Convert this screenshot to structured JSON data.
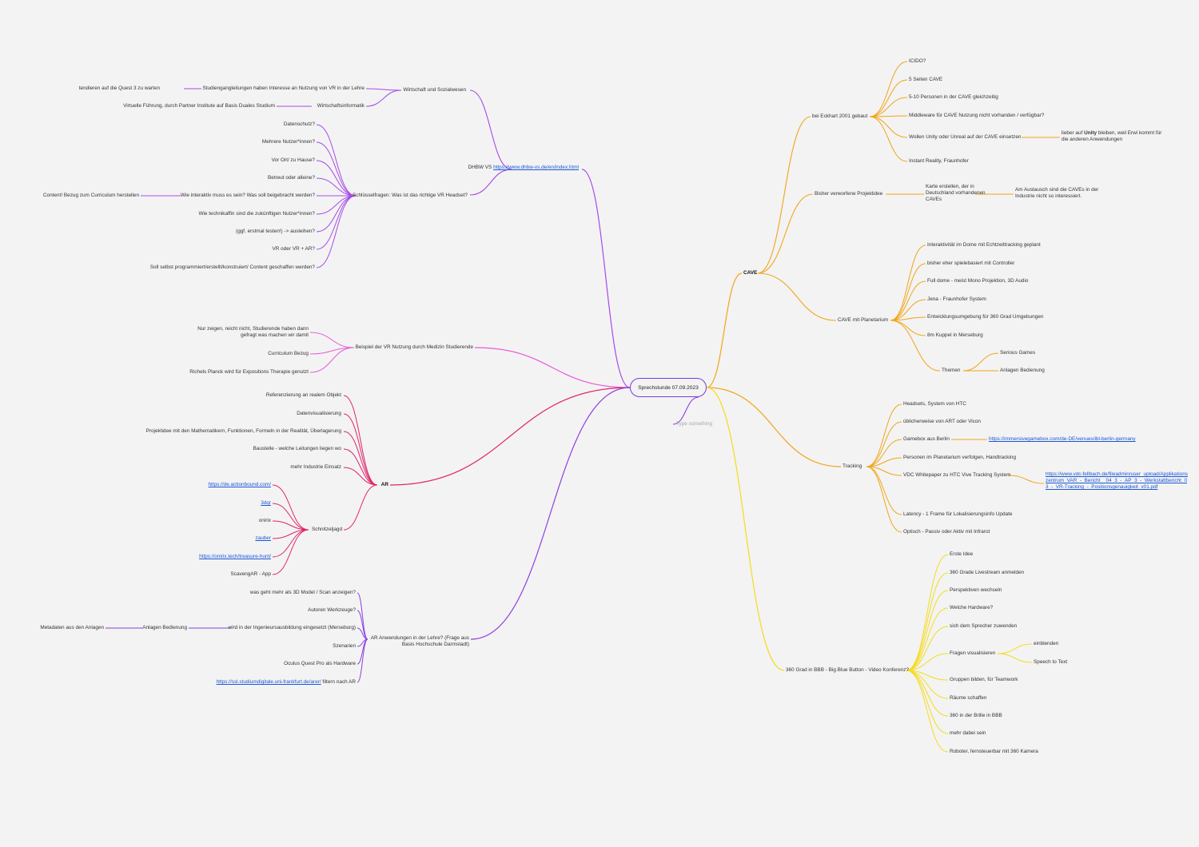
{
  "center": {
    "label": "Sprechstunde 07.09.2023",
    "hint": "Type something"
  },
  "left": {
    "dhbw": {
      "label": "DHBW VS",
      "link": "https://www.dhbw-vs.de/en/index.html",
      "wirtschaft": {
        "label": "Wirtschaft und Sozialwesen",
        "items": [
          {
            "text": "Studiengangleitungen haben Interesse an Nutzung von VR in der Lehre",
            "child": "tendieren auf die Quest 3 zu warten"
          },
          {
            "text": "Wirtschaftsinformatik",
            "child": "Virtuelle Führung, durch Partner Institute auf Basis Duales Studium"
          }
        ]
      },
      "schluessel": {
        "label": "Schlüsselfragen: Was ist das richtige VR Headset?",
        "items": [
          "Datenschutz?",
          "Mehrere Nutzer*innen?",
          "Vor Ort/ zu Hause?",
          "Betreut oder alleine?",
          "Wie  interaktiv muss es sein? Was soll beigebracht werden?",
          "Wie technikaffin sind die zukünftigen Nutzer*innen?",
          "(ggf. erstmal testen!) -> ausleihen?",
          "VR oder VR + AR?",
          "Soll selbst programmiert/erstellt/konstruiert/ Content geschaffen werden?"
        ],
        "interaktiv_child": "Content! Bezug zum Curriculum herstellen"
      }
    },
    "medizin": {
      "label": "Beispiel der VR Nutzung durch Medizin Studierende",
      "items": [
        "Nur zeigen, reicht nicht, Studierende haben dann gefragt was machen wir damit",
        "Curriculum Bezug",
        "Richels Planck wird für Expositions Therapie genutzt"
      ]
    },
    "ar": {
      "label": "AR",
      "items": [
        "Referenzierung an realem Objekt",
        "Datenvisualisierung",
        "Projektidee mit den Mathematikern, Funktionen, Formeln in der Realität, Überlagerung",
        "Baustelle - welche Leitungen liegen wo",
        "mehr Industrie Einsatz"
      ],
      "schnitzel": {
        "label": "Schnitzeljagd",
        "items": [
          {
            "text": "https://de.actionbound.com/",
            "link": true
          },
          {
            "text": "3dqr",
            "link": true
          },
          {
            "text": "onirix",
            "link": false
          },
          {
            "text": "zauber",
            "link": true
          },
          {
            "text": "https://onirix.tech/treasure-hunt/",
            "link": true
          },
          {
            "text": "ScavengAR - App",
            "link": false
          }
        ]
      }
    },
    "anwendungen": {
      "label": "AR Anwendungen in der Lehre? (Frage aus Basis Hochschule Darmstadt)",
      "items": [
        "was geht mehr als 3D Model / Scan anzeigen?",
        "Autoren Werkzeuge?",
        "wird in der Ingenieursausbildung eingesetzt (Merseburg)",
        "Szenarien",
        "Oculus Quest Pro als Hardware"
      ],
      "ingenieur_child": "Anlagen Bedienung",
      "ingenieur_grandchild": "Metadaten aus den Anlagen",
      "filter_link": "https://ssl.studiumdigitale.uni-frankfurt.de/arer/",
      "filter_text": " filtern nach AR"
    }
  },
  "right": {
    "cave": {
      "label": "CAVE",
      "eckhart": {
        "label": "bei Eckhart 2001 gebaut",
        "items": [
          "ICIDO?",
          "5 Seiten CAVE",
          "5-10 Personen in der CAVE gleichzeitig",
          "Middleware für CAVE Nutzung nicht vorhanden / verfügbar?",
          "Wollen Unity oder Unreal auf der CAVE einsetzen",
          "Instant Reality, Fraunhofer"
        ],
        "unity_child_pre": "lieber auf ",
        "unity_child_strong": "Unity",
        "unity_child_post": " bleiben, weil Erwi kommt für die anderen Anwendungen"
      },
      "projektidee": {
        "label": "Bisher verworfene Projektidee",
        "child": "Karte erstellen, der in Deutschland vorhandenen CAVEs",
        "grandchild": "Am Austausch sind die CAVEs in der Industrie nicht so interessiert."
      },
      "planetarium": {
        "label": "CAVE mit Planetarium",
        "items": [
          "Interaktivität im Dome mit Echtzeittracking geplant",
          "bisher eher spielebasiert mit Controller",
          "Full dome - meist Mono Projektion, 3D Audio",
          "Jena - Fraunhofer System",
          "Entwicklungsumgebung für 360 Grad Umgebungen",
          "8m Kuppel in Merseburg"
        ],
        "themen": {
          "label": "Themen",
          "items": [
            "Serious Games",
            "Anlagen Bedienung"
          ]
        }
      }
    },
    "tracking": {
      "label": "Tracking",
      "items": [
        "Headsets, System von HTC",
        "üblicherweise von ART oder Vicon",
        "Gamebox aus Berlin",
        "Personen im Planetarium verfolgen, Handtracking",
        "VDC Whitepaper zu HTC Vive Tracking System",
        "Latency - 1 Frame für Lokalisierungsinfo Update",
        "Optisch - Passiv oder Aktiv mit Infrarot"
      ],
      "gamebox_link": "https://immersivegamebox.com/de-DE/venues/ibl-berlin-germany",
      "whitepaper_link": "https://www.vdc-fellbach.de/fileadmin/user_upload/Applikationszentrum_VAR_-_Bericht__04_3_-_AP_3_-_Werkstattbericht_03_-_VR-Tracking_-_Positionsgenauigkeit_v01.pdf"
    },
    "bbb": {
      "label": "360 Grad in BBB - Big Blue Button - Video Konferenz?",
      "items": [
        "Erste Idee",
        "360 Grade Livestream anmelden",
        "Perspektiven wechseln",
        "Welche Hardware?",
        "sich dem Sprecher zuwenden",
        "Fragen visualisieren",
        "Gruppen bilden, für Teamwork",
        "Räume schaffen",
        "360 in der Brille in BBB",
        "mehr dabei sein",
        "Roboter, fernsteuerbar mit 360 Kamera"
      ],
      "fragen_children": [
        "einblenden",
        "Speech to Text"
      ]
    }
  },
  "colors": {
    "purple": "#8a3ee0",
    "violet": "#a84be6",
    "pink": "#e55ad8",
    "red": "#e0246a",
    "orange": "#f2a516",
    "yellow": "#f4dc1d"
  }
}
